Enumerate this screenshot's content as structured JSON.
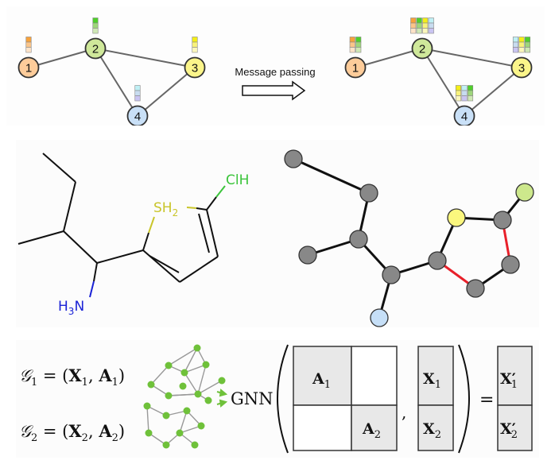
{
  "message_passing": {
    "arrow_label": "Message passing",
    "colors": {
      "node1": "#fdcc9a",
      "node2": "#cfe89a",
      "node3": "#fbf58a",
      "node4": "#c9e0f7",
      "edge": "#666666"
    },
    "nodes": [
      {
        "id": "1",
        "label": "1",
        "color_key": "node1"
      },
      {
        "id": "2",
        "label": "2",
        "color_key": "node2"
      },
      {
        "id": "3",
        "label": "3",
        "color_key": "node3"
      },
      {
        "id": "4",
        "label": "4",
        "color_key": "node4"
      }
    ],
    "edges": [
      [
        "1",
        "2"
      ],
      [
        "2",
        "3"
      ],
      [
        "2",
        "4"
      ],
      [
        "3",
        "4"
      ]
    ],
    "features_before": {
      "1": [
        [
          "#f7a23c",
          "#fbc58a",
          "#fde3c8"
        ]
      ],
      "2": [
        [
          "#4fcf2a",
          "#9ed67a",
          "#cfe8b5"
        ]
      ],
      "3": [
        [
          "#f4ee18",
          "#f8f27a",
          "#fbf7bb"
        ]
      ],
      "4": [
        [
          "#bff0f5",
          "#c8dcf0",
          "#c9c4f2"
        ]
      ]
    },
    "features_after": {
      "1": [
        [
          "#f7a23c",
          "#fbc58a",
          "#fde3c8"
        ],
        [
          "#4fcf2a",
          "#9ed67a",
          "#cfe8b5"
        ]
      ],
      "2": [
        [
          "#f7a23c",
          "#fbc58a",
          "#fde3c8"
        ],
        [
          "#4fcf2a",
          "#9ed67a",
          "#cfe8b5"
        ],
        [
          "#f4ee18",
          "#f8f27a",
          "#fbf7bb"
        ],
        [
          "#bff0f5",
          "#c8dcf0",
          "#c9c4f2"
        ]
      ],
      "3": [
        [
          "#bff0f5",
          "#c8dcf0",
          "#c9c4f2"
        ],
        [
          "#f4ee18",
          "#f8f27a",
          "#fbf7bb"
        ],
        [
          "#4fcf2a",
          "#9ed67a",
          "#cfe8b5"
        ]
      ],
      "4": [
        [
          "#f4ee18",
          "#f8f27a",
          "#fbf7bb"
        ],
        [
          "#bff0f5",
          "#c8dcf0",
          "#c9c4f2"
        ],
        [
          "#4fcf2a",
          "#9ed67a",
          "#cfe8b5"
        ]
      ]
    }
  },
  "molecule": {
    "labels": {
      "sulfur": "SH",
      "sulfur_sub": "2",
      "chlorine": "ClH",
      "nitrogen_prefix": "H",
      "nitrogen_sub": "3",
      "nitrogen_suffix": "N"
    },
    "colors": {
      "bond": "#111111",
      "sulfur": "#c9c52a",
      "chlorine": "#3bc43b",
      "nitrogen": "#1a22d6"
    }
  },
  "mol_graph": {
    "colors": {
      "carbon": "#888888",
      "sulfur": "#fbf77e",
      "chlorine": "#cde88c",
      "nitrogen": "#c6dff7",
      "bond": "#111111",
      "aromatic_bond": "#e8202a"
    },
    "atoms": [
      {
        "id": "c1",
        "type": "carbon"
      },
      {
        "id": "c2",
        "type": "carbon"
      },
      {
        "id": "c3",
        "type": "carbon"
      },
      {
        "id": "c4",
        "type": "carbon"
      },
      {
        "id": "c5",
        "type": "carbon"
      },
      {
        "id": "n",
        "type": "nitrogen"
      },
      {
        "id": "c6",
        "type": "carbon"
      },
      {
        "id": "s",
        "type": "sulfur"
      },
      {
        "id": "c7",
        "type": "carbon"
      },
      {
        "id": "cl",
        "type": "chlorine"
      },
      {
        "id": "c8",
        "type": "carbon"
      },
      {
        "id": "c9",
        "type": "carbon"
      }
    ],
    "bonds": [
      [
        "c1",
        "c2",
        "single"
      ],
      [
        "c2",
        "c3",
        "single"
      ],
      [
        "c3",
        "c4",
        "single"
      ],
      [
        "c3",
        "c5",
        "single"
      ],
      [
        "c5",
        "n",
        "single"
      ],
      [
        "c5",
        "c6",
        "single"
      ],
      [
        "c6",
        "s",
        "single"
      ],
      [
        "s",
        "c7",
        "single"
      ],
      [
        "c7",
        "cl",
        "single"
      ],
      [
        "c7",
        "c8",
        "double"
      ],
      [
        "c8",
        "c9",
        "single"
      ],
      [
        "c9",
        "c6",
        "double"
      ]
    ]
  },
  "batching": {
    "graph1_label": {
      "g": "𝒢",
      "sub": "1",
      "rest": " = (",
      "x": "X",
      "xsub": "1",
      "a": "A",
      "asub": "1"
    },
    "graph2_label": {
      "g": "𝒢",
      "sub": "2",
      "rest": " = (",
      "x": "X",
      "xsub": "2",
      "a": "A",
      "asub": "2"
    },
    "gnn_label": "GNN",
    "equals": "=",
    "comma": ",",
    "adjacency_blocks": {
      "a1": "A",
      "a1_sub": "1",
      "a2": "A",
      "a2_sub": "2"
    },
    "feature_blocks": {
      "x1": "X",
      "x1_sub": "1",
      "x2": "X",
      "x2_sub": "2"
    },
    "output_blocks": {
      "x1": "X′",
      "x1_sub": "1",
      "x2": "X′",
      "x2_sub": "2"
    },
    "colors": {
      "node": "#6fc13a",
      "edge": "#999999",
      "block_fill": "#e8e8e8",
      "border": "#333333"
    }
  }
}
